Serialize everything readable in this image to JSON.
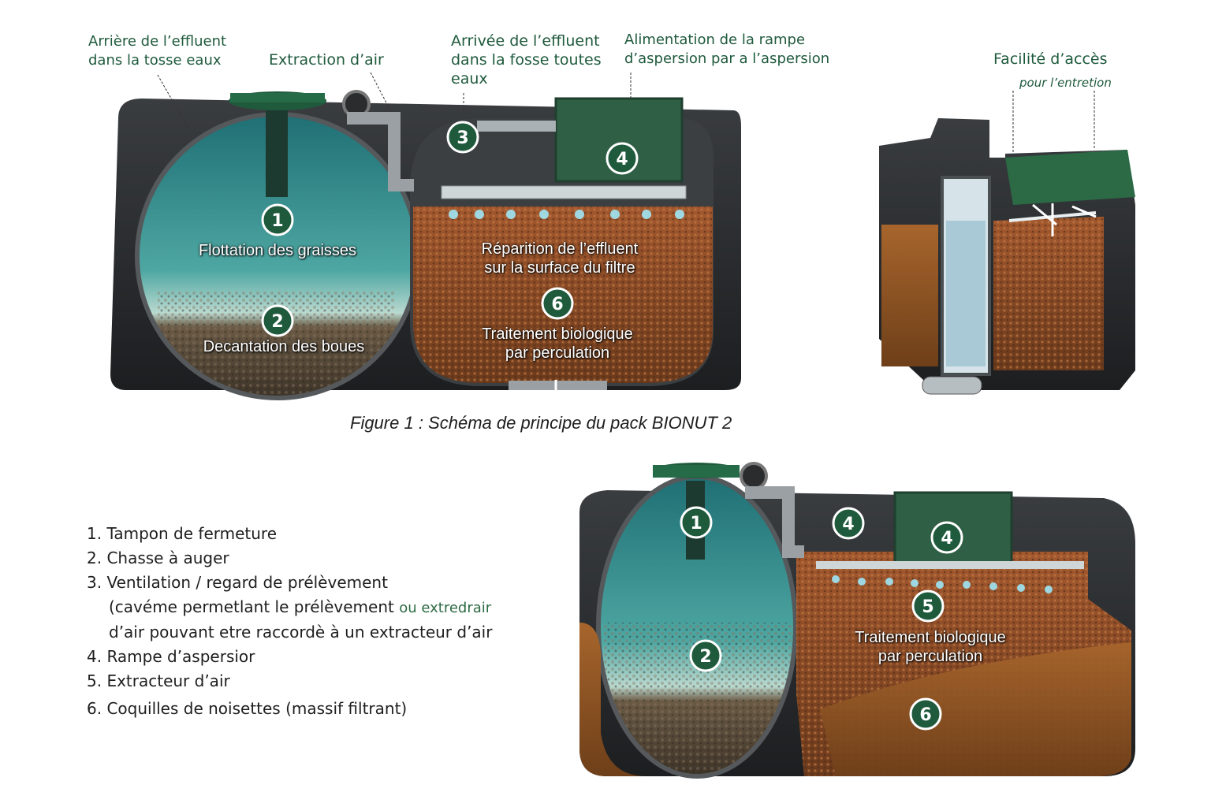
{
  "figure1": {
    "callouts": {
      "arriere": [
        "Arrière de l’effluent",
        "dans la tosse eaux"
      ],
      "extraction": "Extraction d’air",
      "arrivee": [
        "Arrivée de l’effluent",
        "dans la fosse toutes",
        "eaux"
      ],
      "alimentation": [
        "Alimentation de la rampe",
        "d’aspersion par a l’aspersion"
      ],
      "facilite_title": "Facilité d’accès",
      "facilite_sub": "pour l’entretion"
    },
    "labels": {
      "flottation": "Flottation des graisses",
      "decantation": "Decantation des boues",
      "reparition": [
        "Réparition de l’effluent",
        "sur la surface du filtre"
      ],
      "traitement": [
        "Traitement biologique",
        "par perculation"
      ]
    },
    "badges": [
      "1",
      "2",
      "3",
      "4",
      "6"
    ],
    "caption": "Figure 1 : Schéma de principe du pack BIONUT 2"
  },
  "legend": {
    "items": [
      "1. Tampon de fermeture",
      "2. Chasse à auger",
      "3. Ventilation / regard de prélèvement"
    ],
    "item3_cont_a": "(cavéme permetlant le prélèvement",
    "item3_cont_green": "ou extredrair",
    "item3_cont_b": "d’air pouvant etre raccordè à un extracteur d’air",
    "items_after": [
      "4. Rampe d’aspersior",
      "5. Extracteur d’air",
      "6. Coquilles de noisettes (massif filtrant)"
    ]
  },
  "figure2": {
    "labels": {
      "traitement": [
        "Traitement biologique",
        "par perculation"
      ]
    },
    "badges": [
      "1",
      "2",
      "4",
      "4",
      "5",
      "6"
    ]
  },
  "colors": {
    "badge": "#1f5a3c",
    "water": "#2f8a88",
    "gravel": "#7a4a2a",
    "shell": "#2a2c2e"
  }
}
